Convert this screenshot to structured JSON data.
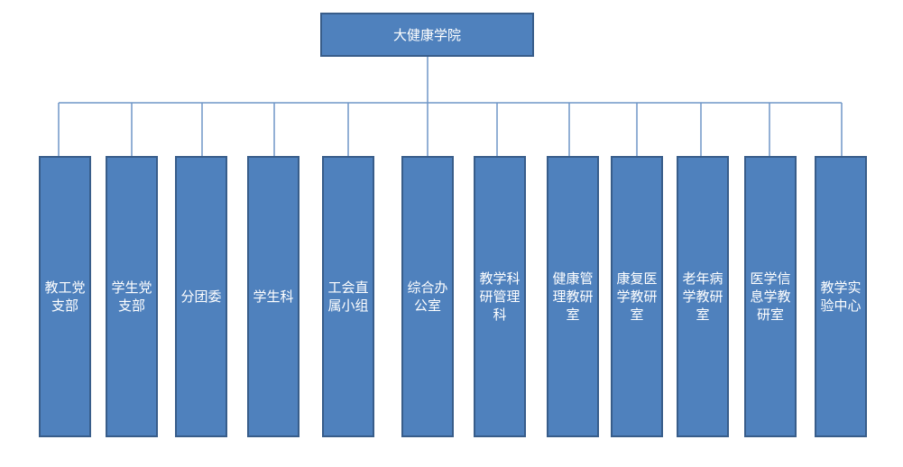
{
  "root": {
    "label": "大健康学院"
  },
  "children": [
    {
      "label": "教工党支部"
    },
    {
      "label": "学生党支部"
    },
    {
      "label": "分团委"
    },
    {
      "label": "学生科"
    },
    {
      "label": "工会直属小组"
    },
    {
      "label": "综合办公室"
    },
    {
      "label": "教学科研管理科"
    },
    {
      "label": "健康管理教研室"
    },
    {
      "label": "康复医学教研室"
    },
    {
      "label": "老年病学教研室"
    },
    {
      "label": "医学信息学教研室"
    },
    {
      "label": "教学实验中心"
    }
  ],
  "colors": {
    "node_fill": "#4f81bd",
    "node_border": "#385d8a",
    "connector": "#6f95c7",
    "text": "#ffffff"
  }
}
